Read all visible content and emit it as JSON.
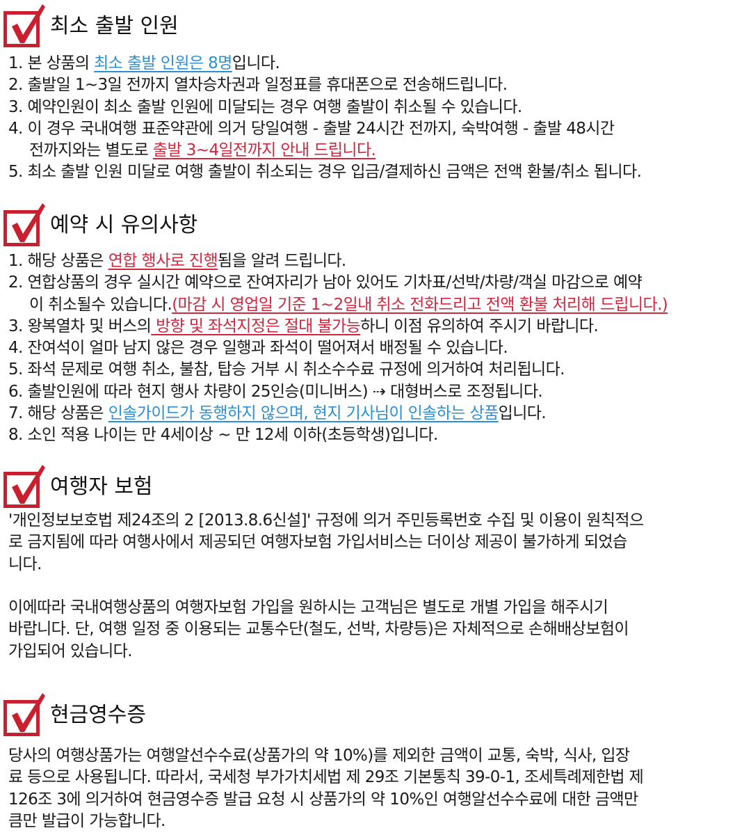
{
  "accent_colors": {
    "check": "#c8202e",
    "link_blue": "#2b8fd8",
    "link_red": "#d1263c"
  },
  "sections": [
    {
      "title": "최소 출발 인원",
      "icon": "checkbox-checked-icon",
      "lines": [
        {
          "indent": false,
          "segs": [
            {
              "t": "1. 본 상품의 "
            },
            {
              "t": "최소 출발 인원은 8명",
              "c": "blue"
            },
            {
              "t": "입니다."
            }
          ]
        },
        {
          "indent": false,
          "segs": [
            {
              "t": "2. 출발일 1~3일 전까지 열차승차권과 일정표를 휴대폰으로 전송해드립니다."
            }
          ]
        },
        {
          "indent": false,
          "segs": [
            {
              "t": "3. 예약인원이 최소 출발 인원에 미달되는 경우 여행 출발이 취소될 수 있습니다."
            }
          ]
        },
        {
          "indent": false,
          "segs": [
            {
              "t": "4. 이 경우 국내여행 표준약관에 의거 당일여행 - 출발 24시간 전까지, 숙박여행 - 출발 48시간"
            }
          ]
        },
        {
          "indent": true,
          "segs": [
            {
              "t": "전까지와는 별도로 "
            },
            {
              "t": "출발 3~4일전까지 안내 드립니다.",
              "c": "red"
            }
          ]
        },
        {
          "indent": false,
          "segs": [
            {
              "t": "5. 최소 출발 인원 미달로 여행 출발이 취소되는 경우 입금/결제하신 금액은 전액 환불/취소 됩니다."
            }
          ]
        }
      ]
    },
    {
      "title": "예약 시 유의사항",
      "icon": "checkbox-checked-icon",
      "lines": [
        {
          "indent": false,
          "segs": [
            {
              "t": "1. 해당 상품은 "
            },
            {
              "t": "연합 행사로 진행",
              "c": "red"
            },
            {
              "t": "됨을 알려 드립니다."
            }
          ]
        },
        {
          "indent": false,
          "segs": [
            {
              "t": "2. 연합상품의 경우 실시간 예약으로 잔여자리가 남아 있어도 기차표/선박/차량/객실 마감으로 예약"
            }
          ]
        },
        {
          "indent": true,
          "segs": [
            {
              "t": "이 취소될수 있습니다."
            },
            {
              "t": "(마감 시 영업일 기준 1~2일내 취소 전화드리고 전액 환불 처리해 드립니다.)",
              "c": "red"
            }
          ]
        },
        {
          "indent": false,
          "segs": [
            {
              "t": "3. 왕복열차 및 버스의"
            },
            {
              "t": " 방향 및 좌석지정은 절대 불가능",
              "c": "red"
            },
            {
              "t": "하니 이점 유의하여 주시기 바랍니다."
            }
          ]
        },
        {
          "indent": false,
          "segs": [
            {
              "t": "4. 잔여석이 얼마 남지 않은 경우 일행과 좌석이 떨어져서 배정될 수 있습니다."
            }
          ]
        },
        {
          "indent": false,
          "segs": [
            {
              "t": "5. 좌석 문제로 여행 취소, 불참, 탑승 거부 시 취소수수료 규정에 의거하여 처리됩니다."
            }
          ]
        },
        {
          "indent": false,
          "segs": [
            {
              "t": "6. 출발인원에 따라 현지 행사 차량이 25인승(미니버스) ⇢ 대형버스로 조정됩니다."
            }
          ]
        },
        {
          "indent": false,
          "segs": [
            {
              "t": "7. 해당 상품은 "
            },
            {
              "t": "인솔가이드가 동행하지 않으며, 현지 기사님이 인솔하는 상품",
              "c": "blue"
            },
            {
              "t": "입니다."
            }
          ]
        },
        {
          "indent": false,
          "segs": [
            {
              "t": "8. 소인 적용 나이는 만 4세이상 ~ 만 12세 이하(초등학생)입니다."
            }
          ]
        }
      ]
    },
    {
      "title": "여행자 보험",
      "icon": "checkbox-checked-icon",
      "lines": [
        {
          "indent": false,
          "segs": [
            {
              "t": "'개인정보보호법 제24조의 2 [2013.8.6신설]' 규정에 의거 주민등록번호 수집 및 이용이 원칙적으"
            }
          ]
        },
        {
          "indent": false,
          "segs": [
            {
              "t": "로 금지됨에 따라 여행사에서 제공되던 여행자보험 가입서비스는 더이상 제공이 불가하게 되었습"
            }
          ]
        },
        {
          "indent": false,
          "segs": [
            {
              "t": "니다."
            }
          ]
        },
        {
          "blank": true
        },
        {
          "indent": false,
          "segs": [
            {
              "t": "이에따라 국내여행상품의 여행자보험 가입을 원하시는 고객님은 별도로 개별 가입을 해주시기"
            }
          ]
        },
        {
          "indent": false,
          "segs": [
            {
              "t": "바랍니다. 단, 여행 일정 중 이용되는 교통수단(철도, 선박, 차량등)은 자체적으로 손해배상보험이"
            }
          ]
        },
        {
          "indent": false,
          "segs": [
            {
              "t": "가입되어 있습니다."
            }
          ]
        }
      ]
    },
    {
      "title": "현금영수증",
      "icon": "checkbox-checked-icon",
      "lines": [
        {
          "indent": false,
          "segs": [
            {
              "t": "당사의 여행상품가는 여행알선수수료(상품가의 약 10%)를 제외한 금액이 교통, 숙박, 식사, 입장"
            }
          ]
        },
        {
          "indent": false,
          "segs": [
            {
              "t": "료 등으로 사용됩니다. 따라서, 국세청 부가가치세법 제 29조 기본통칙 39-0-1, 조세특례제한법 제"
            }
          ]
        },
        {
          "indent": false,
          "segs": [
            {
              "t": "126조 3에 의거하여 현금영수증 발급 요청 시 상품가의 약 10%인 여행알선수수료에 대한 금액만"
            }
          ]
        },
        {
          "indent": false,
          "segs": [
            {
              "t": "큼만 발급이 가능합니다."
            }
          ]
        }
      ]
    }
  ]
}
